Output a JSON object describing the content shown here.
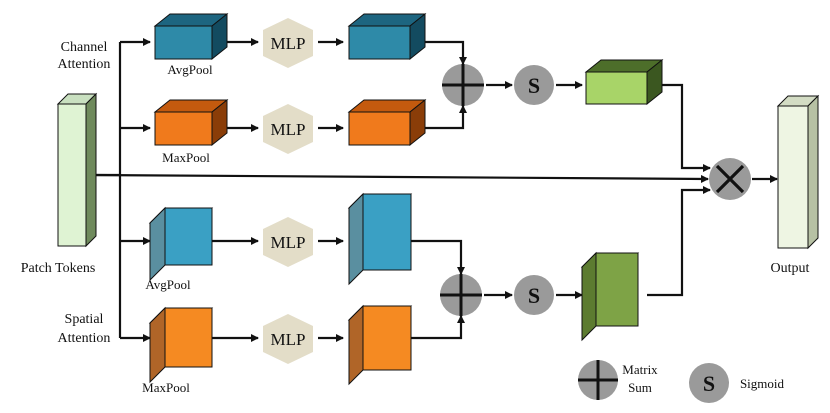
{
  "labels": {
    "channel_attention_line1": "Channel",
    "channel_attention_line2": "Attention",
    "spatial_attention_line1": "Spatial",
    "spatial_attention_line2": "Attention",
    "patch_tokens": "Patch Tokens",
    "output": "Output",
    "avgpool_channel": "AvgPool",
    "maxpool_channel": "MaxPool",
    "avgpool_spatial": "AvgPool",
    "maxpool_spatial": "MaxPool",
    "mlp": "MLP",
    "sigmoid_symbol": "S",
    "legend_matrix_sum_line1": "Matrix",
    "legend_matrix_sum_line2": "Sum",
    "legend_sigmoid": "Sigmoid"
  },
  "colors": {
    "avgpool_channel": "#2e8aa8",
    "maxpool_channel": "#f07a1c",
    "avgpool_spatial": "#3aa0c4",
    "maxpool_spatial": "#f58a22",
    "channel_attention_output": "#a8d468",
    "spatial_attention_output": "#7ea346",
    "patch_tokens": "#dff3d3",
    "output": "#eef5e3",
    "mlp_hexagon": "#e3ddc8",
    "operator_circle": "#9a9a9a"
  }
}
